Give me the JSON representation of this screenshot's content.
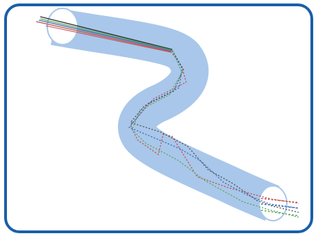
{
  "diagram": {
    "subject": "light-rays-through-bent-optical-fiber",
    "colors": {
      "frame": "#1a5fa8",
      "fiber": "#a9c7ea",
      "fiber_end_face": "#ffffff",
      "ray_red": "#c0504d",
      "ray_blue": "#3f6fb5",
      "ray_green": "#5aa85a",
      "ray_dark": "#2a2a2a"
    },
    "rays": [
      {
        "color": "red"
      },
      {
        "color": "blue"
      },
      {
        "color": "green"
      }
    ]
  }
}
